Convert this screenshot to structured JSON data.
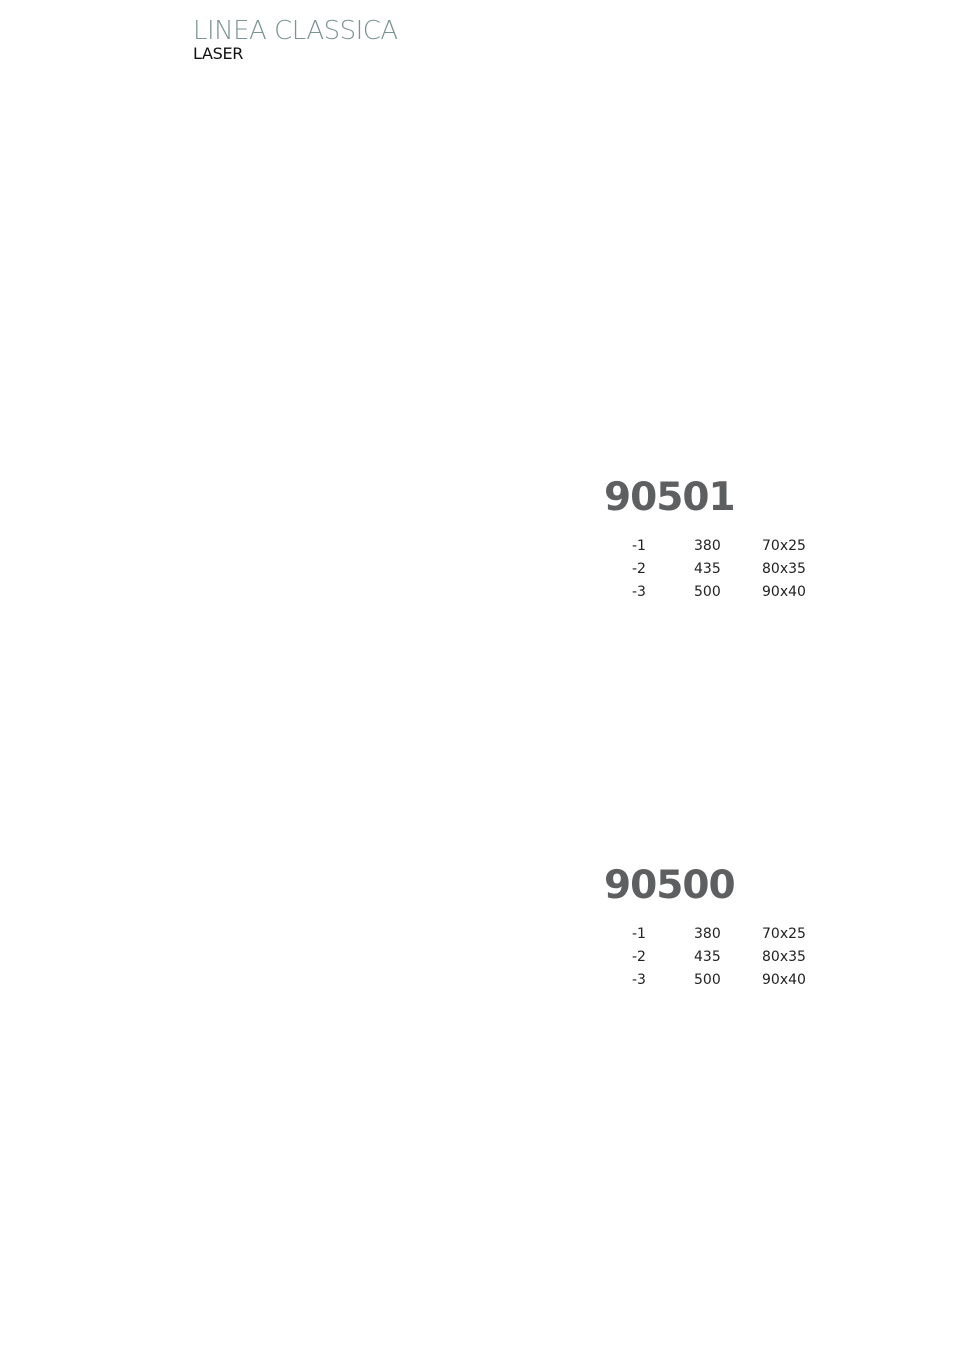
{
  "header": {
    "series": "LINEA CLASSICA",
    "subtitle": "LASER"
  },
  "products": [
    {
      "code": "90501",
      "rows": [
        {
          "variant": "-1",
          "value": "380",
          "size": "70x25"
        },
        {
          "variant": "-2",
          "value": "435",
          "size": "80x35"
        },
        {
          "variant": "-3",
          "value": "500",
          "size": "90x40"
        }
      ]
    },
    {
      "code": "90500",
      "rows": [
        {
          "variant": "-1",
          "value": "380",
          "size": "70x25"
        },
        {
          "variant": "-2",
          "value": "435",
          "size": "80x35"
        },
        {
          "variant": "-3",
          "value": "500",
          "size": "90x40"
        }
      ]
    }
  ]
}
